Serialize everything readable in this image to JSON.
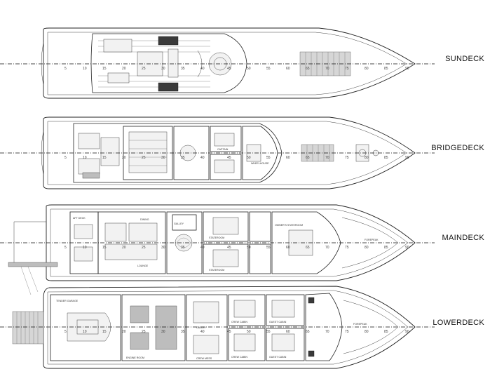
{
  "decks": [
    {
      "title": "SUNDECK",
      "frames": [
        "5",
        "10",
        "15",
        "20",
        "25",
        "30",
        "35",
        "40",
        "45",
        "50",
        "55",
        "60",
        "65",
        "70",
        "75",
        "80",
        "85",
        "90"
      ],
      "labels": []
    },
    {
      "title": "BRIDGEDECK",
      "frames": [
        "5",
        "10",
        "15",
        "20",
        "25",
        "30",
        "35",
        "40",
        "45",
        "50",
        "55",
        "60",
        "65",
        "70",
        "75",
        "80",
        "85",
        "90"
      ],
      "labels": [
        "WHEELHOUSE",
        "CAPTAIN"
      ]
    },
    {
      "title": "MAINDECK",
      "frames": [
        "5",
        "10",
        "15",
        "20",
        "25",
        "30",
        "35",
        "40",
        "45",
        "50",
        "55",
        "60",
        "65",
        "70",
        "75",
        "80",
        "85",
        "90"
      ],
      "labels": [
        "AFT DECK",
        "LOUNGE",
        "DINING",
        "GALLEY",
        "STATEROOM",
        "STATEROOM",
        "OWNER'S STATEROOM",
        "FOREPEAK"
      ]
    },
    {
      "title": "LOWERDECK",
      "frames": [
        "5",
        "10",
        "15",
        "20",
        "25",
        "30",
        "35",
        "40",
        "45",
        "50",
        "55",
        "60",
        "65",
        "70",
        "75",
        "80",
        "85",
        "90"
      ],
      "labels": [
        "ENGINE ROOM",
        "TENDER GARAGE",
        "GALLEY",
        "CREW MESS",
        "CREW CABIN",
        "CREW CABIN",
        "GUEST CABIN",
        "GUEST CABIN",
        "FOREPEAK"
      ]
    }
  ]
}
